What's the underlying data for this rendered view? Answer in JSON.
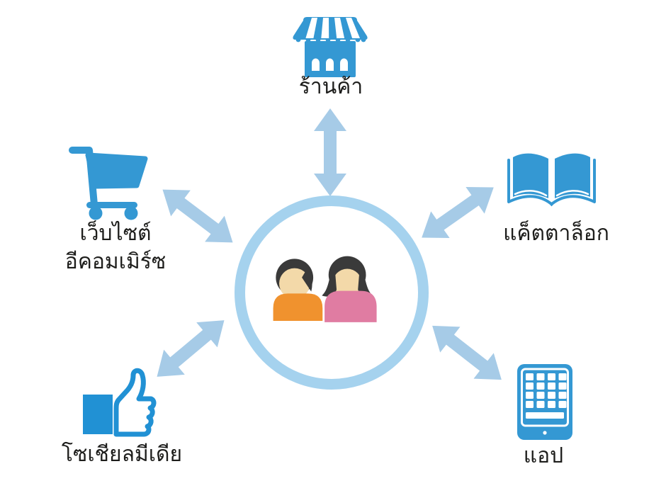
{
  "diagram": {
    "description": "Omnichannel diagram: customers at center linked by two-way arrows to five channels",
    "center": {
      "id": "customers",
      "icon": "two-people-icon"
    },
    "nodes": [
      {
        "id": "store",
        "label": "ร้านค้า",
        "icon": "storefront-icon",
        "position": "top"
      },
      {
        "id": "catalog",
        "label": "แค็ตตาล็อก",
        "icon": "open-book-icon",
        "position": "right"
      },
      {
        "id": "app",
        "label": "แอป",
        "icon": "tablet-apps-icon",
        "position": "bottom-right"
      },
      {
        "id": "social",
        "label": "โซเชียลมีเดีย",
        "icon": "thumbs-up-icon",
        "position": "bottom-left"
      },
      {
        "id": "website",
        "label_line1": "เว็บไซต์",
        "label_line2": "อีคอมเมิร์ซ",
        "icon": "shopping-cart-icon",
        "position": "left"
      }
    ],
    "arrow_count": 5,
    "colors": {
      "bg": "#ffffff",
      "icon_blue": "#3498d3",
      "thumb_blue": "#2191d4",
      "arrow_blue": "#a6cbe7",
      "ring_blue": "#a5d2ee",
      "shirt_orange": "#f0922e",
      "shirt_pink": "#e07ca2",
      "skin": "#f3d9a9",
      "hair": "#3a3a3a",
      "text": "#1d1d1b"
    }
  }
}
